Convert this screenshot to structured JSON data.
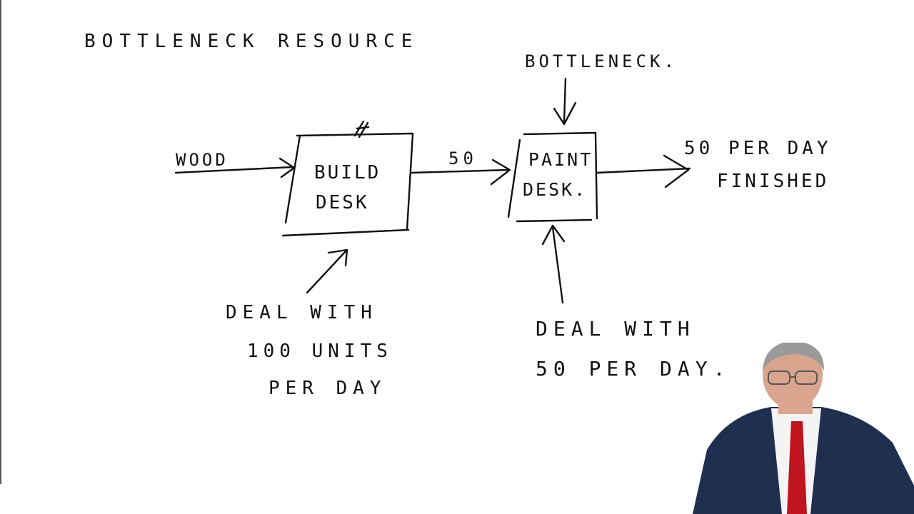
{
  "title": "BOTTLENECK RESOURCE",
  "bottleneck_label": "BOTTLENECK.",
  "input_label": "WOOD",
  "flow_label": "50",
  "nodes": {
    "build": {
      "line1": "BUILD",
      "line2": "DESK"
    },
    "paint": {
      "line1": "PAINT",
      "line2": "DESK."
    }
  },
  "output": {
    "line1": "50 PER DAY",
    "line2": "FINISHED"
  },
  "build_note": {
    "line1": "DEAL WITH",
    "line2": "100 UNITS",
    "line3": "PER DAY"
  },
  "paint_note": {
    "line1": "DEAL WITH",
    "line2": "50 PER DAY."
  },
  "colors": {
    "ink": "#111111",
    "suit": "#1f2f4f",
    "tie": "#c0141e",
    "skin": "#d9a58e",
    "hair": "#9a9a9a"
  }
}
